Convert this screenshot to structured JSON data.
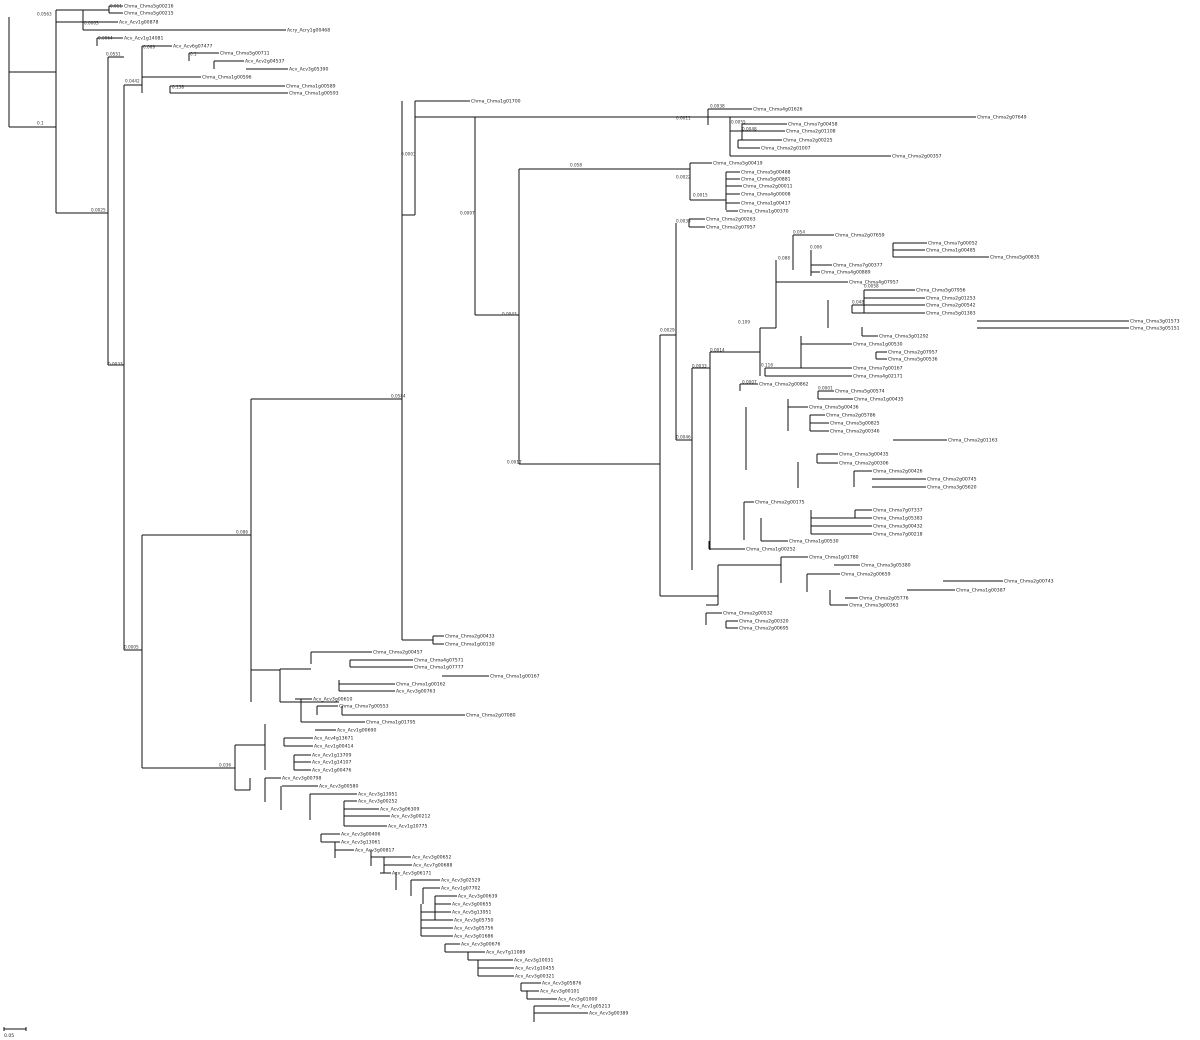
{
  "tree": {
    "scale_bar_label": "0.05",
    "branch_labels": [
      "0.0563",
      "0.011",
      "0.0063",
      "0.0064",
      "0.069",
      "0.158",
      "0.1",
      "0.0551",
      "0.0442",
      "0.1",
      "0.0025",
      "0.0033",
      "0.0005",
      "0.086",
      "0.036",
      "0.0584",
      "0.0003",
      "0.0097",
      "0.0043",
      "0.0017",
      "0.0011",
      "0.0038",
      "0.0055",
      "0.0048",
      "0.058",
      "0.0022",
      "0.0015",
      "0.0033",
      "0.0029",
      "0.0046",
      "0.0033",
      "0.0014",
      "0.109",
      "0.088",
      "0.054",
      "0.006",
      "0.0058",
      "0.048",
      "0.116",
      "0.0007",
      "0.0001"
    ],
    "leaves": [
      "Chma_Chma5g00216",
      "Chma_Chma5g00215",
      "Acv_Acv1g00878",
      "Acry_Acry1g00468",
      "Acv_Acv1g14081",
      "Acv_Acv6g07477",
      "Chma_Chma5g00711",
      "Acv_Acv2g04537",
      "Acv_Acv3g05390",
      "Chma_Chma1g00596",
      "Chma_Chma1g00589",
      "Chma_Chma1g00593",
      "Chma_Chma1g01700",
      "Chma_Chma4g01626",
      "Chma_Chma2g07649",
      "Chma_Chma7g00458",
      "Chma_Chma2g01108",
      "Chma_Chma2g00225",
      "Chma_Chma2g01007",
      "Chma_Chma2g00357",
      "Chma_Chma5g00419",
      "Chma_Chma5g00488",
      "Chma_Chma5g00881",
      "Chma_Chma2g00011",
      "Chma_Chma4g00008",
      "Chma_Chma1g00417",
      "Chma_Chma1g00370",
      "Chma_Chma2g00263",
      "Chma_Chma2g07957",
      "Chma_Chma2g07659",
      "Chma_Chma7g00052",
      "Chma_Chma1g00485",
      "Chma_Chma5g00835",
      "Chma_Chma7g00377",
      "Chma_Chma4g00889",
      "Chma_Chma4g07957",
      "Chma_Chma5g07956",
      "Chma_Chma2g01253",
      "Chma_Chma2g00542",
      "Chma_Chma5g01383",
      "Chma_Chma3g01573",
      "Chma_Chma3g05151",
      "Chma_Chma3g01292",
      "Chma_Chma1g00530",
      "Chma_Chma2g07957",
      "Chma_Chma5g00536",
      "Chma_Chma7g00167",
      "Chma_Chma4g02171",
      "Chma_Chma2g00862",
      "Chma_Chma5g00574",
      "Chma_Chma1g00435",
      "Chma_Chma5g00436",
      "Chma_Chma2g05786",
      "Chma_Chma5g00825",
      "Chma_Chma2g00346",
      "Chma_Chma2g01163",
      "Chma_Chma3g00435",
      "Chma_Chma2g00306",
      "Chma_Chma2g00426",
      "Chma_Chma2g00745",
      "Chma_Chma3g05620",
      "Chma_Chma2g00175",
      "Chma_Chma7g07337",
      "Chma_Chma1g05383",
      "Chma_Chma3g00432",
      "Chma_Chma7g00218",
      "Chma_Chma1g00530",
      "Chma_Chma1g00252",
      "Chma_Chma1g01780",
      "Chma_Chma3g05380",
      "Chma_Chma2g00659",
      "Chma_Chma2g00743",
      "Chma_Chma1g00387",
      "Chma_Chma2g05776",
      "Chma_Chma3g00363",
      "Chma_Chma2g00532",
      "Chma_Chma2g00320",
      "Chma_Chma2g00695",
      "Chma_Chma2g00433",
      "Chma_Chma1g00130",
      "Chma_Chma2g00457",
      "Chma_Chma4g07571",
      "Chma_Chma1g07777",
      "Chma_Chma1g00167",
      "Chma_Chma1g00162",
      "Acv_Acv3g00763",
      "Acv_Acv3g00610",
      "Chma_Chma7g00553",
      "Chma_Chma2g07080",
      "Chma_Chma1g01795",
      "Acv_Acv1g00690",
      "Acv_Acv4g13671",
      "Acv_Acv1g00414",
      "Acv_Acv1g13709",
      "Acv_Acv1g14107",
      "Acv_Acv1g00476",
      "Acv_Acv3g00798",
      "Acv_Acv3g00580",
      "Acv_Acv3g13951",
      "Acv_Acv3g00252",
      "Acv_Acv3g06309",
      "Acv_Acv3g00212",
      "Acv_Acv1g10775",
      "Acv_Acv3g00406",
      "Acv_Acv3g13061",
      "Acv_Acv3g00817",
      "Acv_Acv3g00652",
      "Acv_Acv7g00688",
      "Acv_Acv3g06171",
      "Acv_Acv3g02529",
      "Acv_Acv1g07702",
      "Acv_Acv3g00639",
      "Acv_Acv3g00655",
      "Acv_Acv5g13951",
      "Acv_Acv3g05750",
      "Acv_Acv3g05756",
      "Acv_Acv3g01686",
      "Acv_Acv3g00676",
      "Acv_Acv7g11089",
      "Acv_Acv3g10031",
      "Acv_Acv1g10455",
      "Acv_Acv3g00321",
      "Acv_Acv3g05876",
      "Acv_Acv3g00101",
      "Acv_Acv3g01000",
      "Acv_Acv1g05213",
      "Acv_Acv3g00389"
    ]
  }
}
